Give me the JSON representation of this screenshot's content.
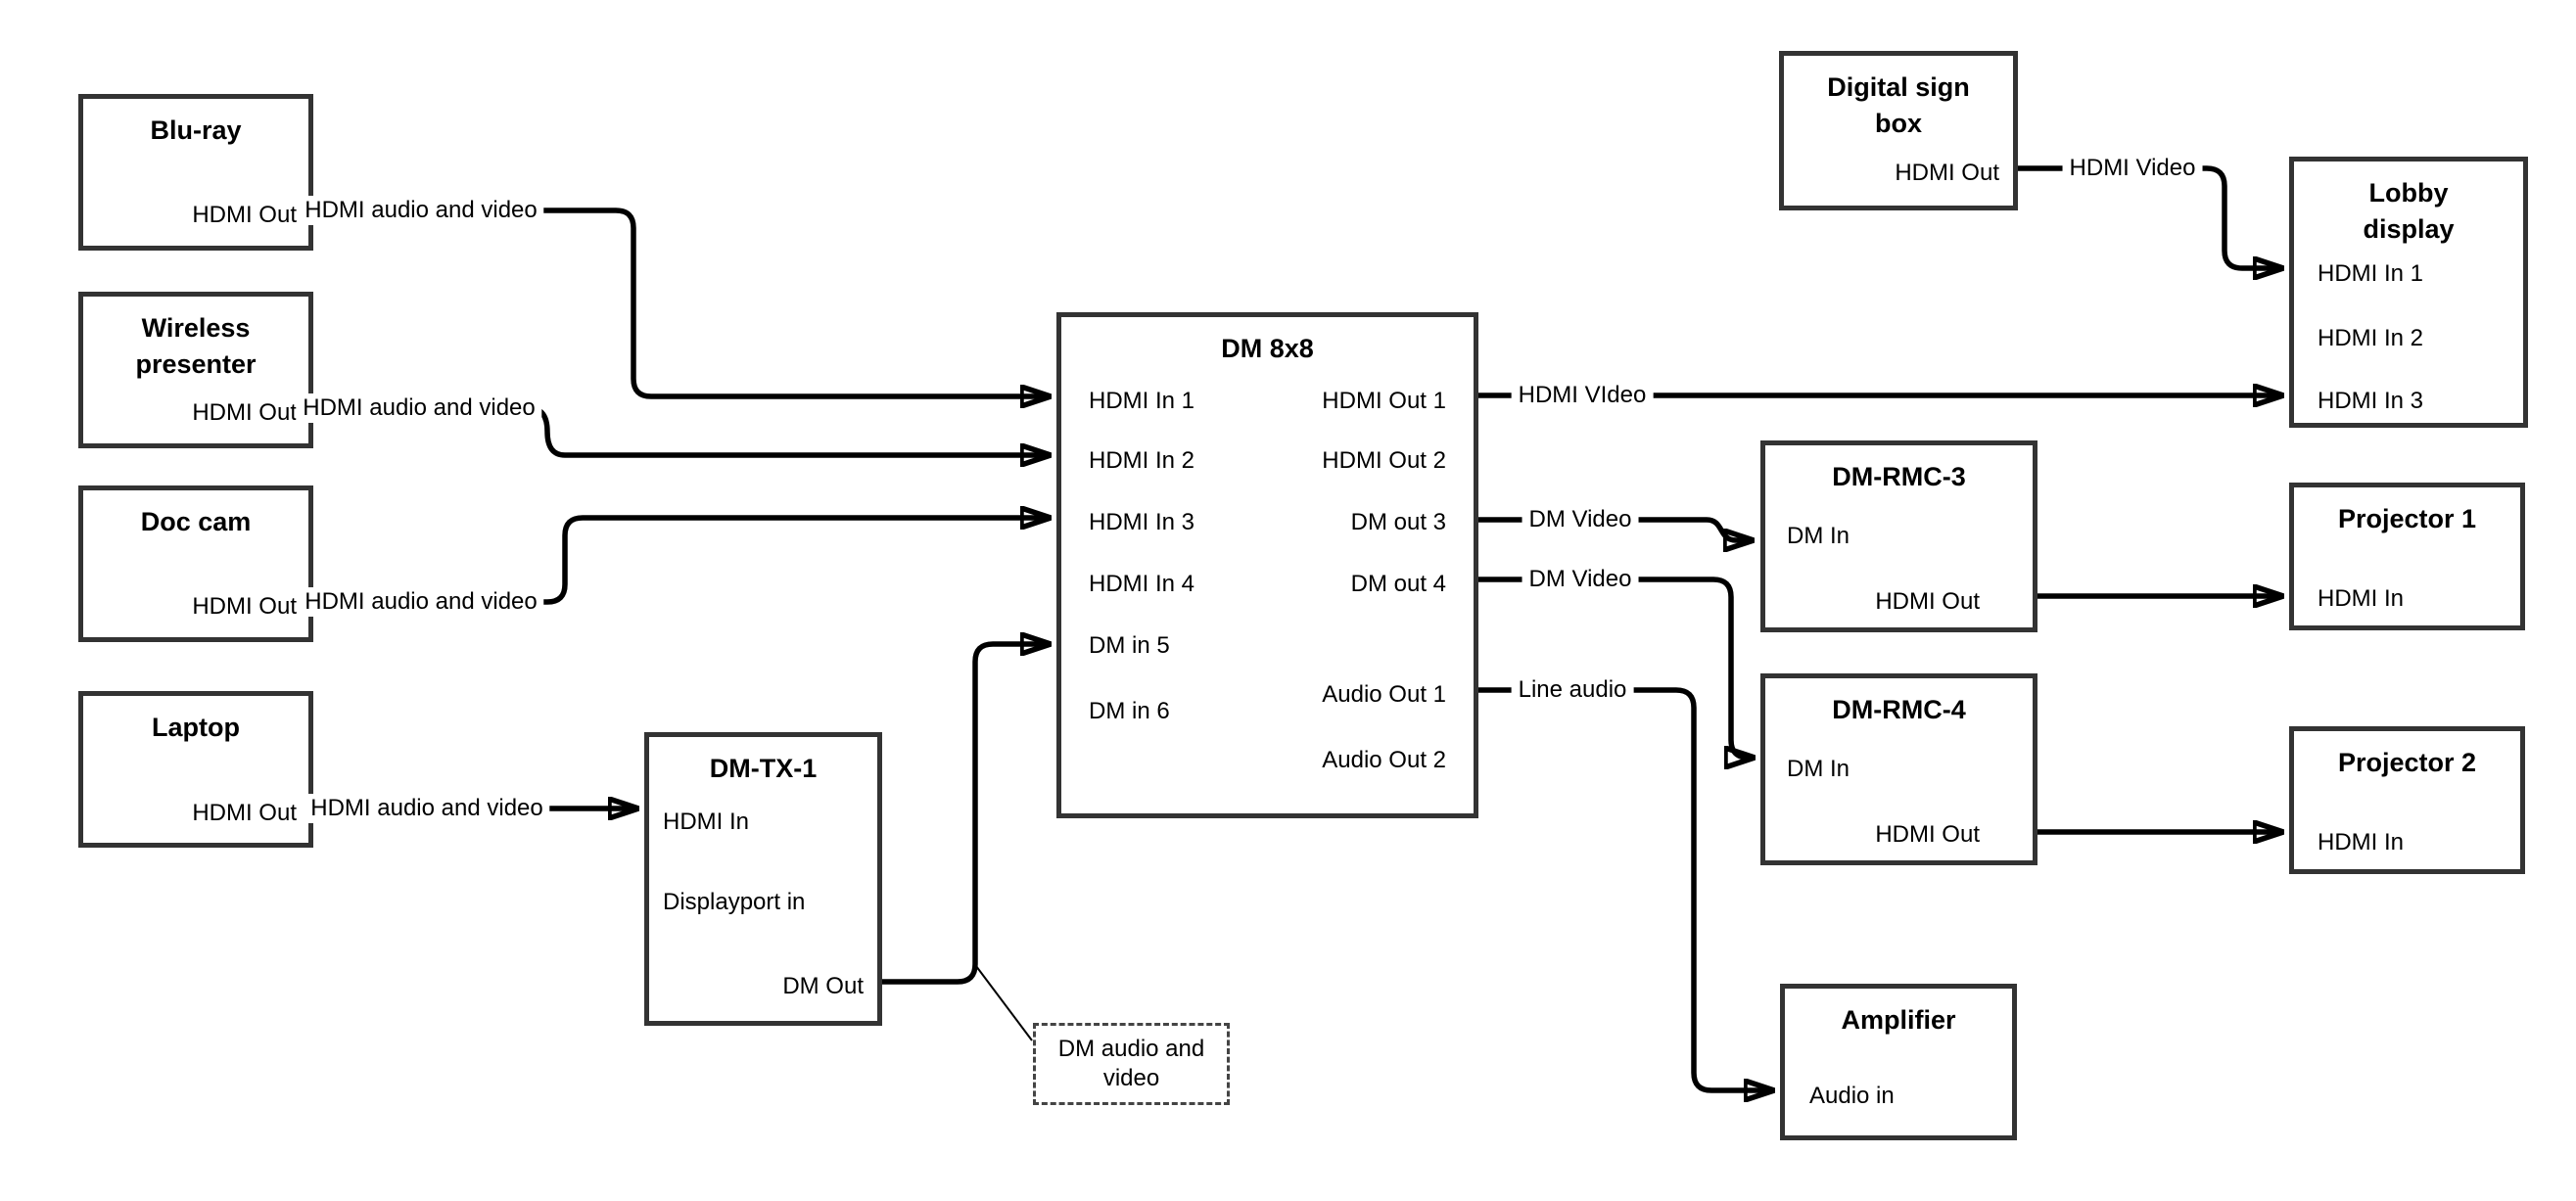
{
  "colors": {
    "background": "#ffffff",
    "line": "#000000",
    "box_border": "#333333",
    "text": "#000000"
  },
  "nodes": {
    "bluray": {
      "title": "Blu-ray",
      "ports": [
        "HDMI Out"
      ]
    },
    "wireless": {
      "title": "Wireless\npresenter",
      "ports": [
        "HDMI Out"
      ]
    },
    "doccam": {
      "title": "Doc cam",
      "ports": [
        "HDMI Out"
      ]
    },
    "laptop": {
      "title": "Laptop",
      "ports": [
        "HDMI Out"
      ]
    },
    "dmtx1": {
      "title": "DM-TX-1",
      "ports": [
        "HDMI In",
        "Displayport in",
        "DM Out"
      ]
    },
    "dm8x8": {
      "title": "DM 8x8",
      "left_ports": [
        "HDMI In 1",
        "HDMI In 2",
        "HDMI In 3",
        "HDMI In 4",
        "DM in 5",
        "DM in 6"
      ],
      "right_ports": [
        "HDMI Out 1",
        "HDMI Out 2",
        "DM out 3",
        "DM out 4",
        "Audio Out 1",
        "Audio Out 2"
      ]
    },
    "digital_sign": {
      "title": "Digital sign\nbox",
      "ports": [
        "HDMI Out"
      ]
    },
    "lobby": {
      "title": "Lobby\ndisplay",
      "ports": [
        "HDMI In 1",
        "HDMI In 2",
        "HDMI In 3"
      ]
    },
    "dmrmc3": {
      "title": "DM-RMC-3",
      "ports": [
        "DM In",
        "HDMI Out"
      ]
    },
    "proj1": {
      "title": "Projector 1",
      "ports": [
        "HDMI In"
      ]
    },
    "dmrmc4": {
      "title": "DM-RMC-4",
      "ports": [
        "DM In",
        "HDMI Out"
      ]
    },
    "proj2": {
      "title": "Projector 2",
      "ports": [
        "HDMI In"
      ]
    },
    "amplifier": {
      "title": "Amplifier",
      "ports": [
        "Audio in"
      ]
    },
    "note": {
      "text": "DM audio and\nvideo"
    }
  },
  "connections": [
    {
      "from": "Blu-ray HDMI Out",
      "to": "DM 8x8 HDMI In 1",
      "label": "HDMI audio and video"
    },
    {
      "from": "Wireless presenter HDMI Out",
      "to": "DM 8x8 HDMI In 2",
      "label": "HDMI audio and video"
    },
    {
      "from": "Doc cam HDMI Out",
      "to": "DM 8x8 HDMI In 3",
      "label": "HDMI audio and video"
    },
    {
      "from": "Laptop HDMI Out",
      "to": "DM-TX-1 HDMI In",
      "label": "HDMI audio and video"
    },
    {
      "from": "DM-TX-1 DM Out",
      "to": "DM 8x8 DM in 5",
      "label": ""
    },
    {
      "from": "DM 8x8 HDMI Out 1",
      "to": "Lobby display HDMI In 3",
      "label": "HDMI VIdeo"
    },
    {
      "from": "DM 8x8 DM out 3",
      "to": "DM-RMC-3 DM In",
      "label": "DM Video"
    },
    {
      "from": "DM 8x8 DM out 4",
      "to": "DM-RMC-4 DM In",
      "label": "DM Video"
    },
    {
      "from": "DM 8x8 Audio Out 1",
      "to": "Amplifier Audio in",
      "label": "Line audio"
    },
    {
      "from": "Digital sign box HDMI Out",
      "to": "Lobby display HDMI In 1",
      "label": "HDMI Video"
    },
    {
      "from": "DM-RMC-3 HDMI Out",
      "to": "Projector 1 HDMI In",
      "label": ""
    },
    {
      "from": "DM-RMC-4 HDMI Out",
      "to": "Projector 2 HDMI In",
      "label": ""
    }
  ]
}
